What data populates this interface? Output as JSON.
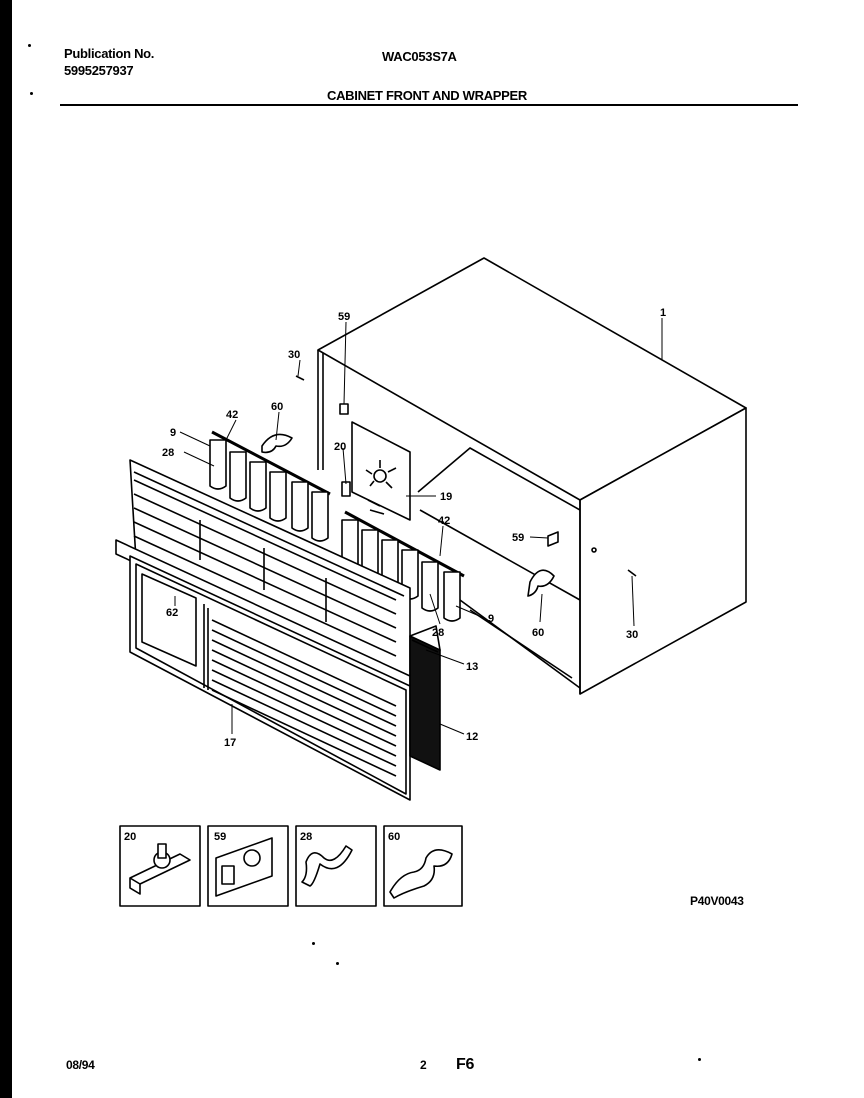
{
  "header": {
    "publication_label": "Publication No.",
    "publication_number": "5995257937",
    "model": "WAC053S7A",
    "title": "CABINET FRONT AND WRAPPER"
  },
  "callouts": {
    "c1": "1",
    "c9": "9",
    "c12": "12",
    "c13": "13",
    "c17": "17",
    "c19": "19",
    "c20": "20",
    "c28": "28",
    "c30": "30",
    "c42": "42",
    "c59": "59",
    "c60": "60",
    "c62": "62"
  },
  "details": {
    "d20": "20",
    "d59": "59",
    "d28": "28",
    "d60": "60"
  },
  "footer": {
    "drawing_code": "P40V0043",
    "date": "08/94",
    "page": "2",
    "section": "F6"
  }
}
